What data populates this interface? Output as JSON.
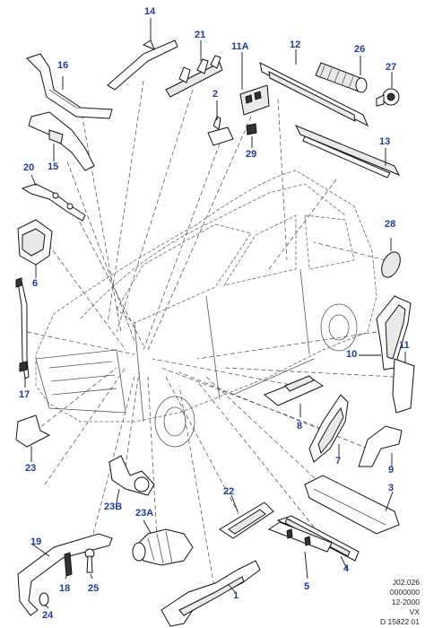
{
  "callouts": {
    "c14": "14",
    "c21": "21",
    "c11a": "11A",
    "c12": "12",
    "c26": "26",
    "c27": "27",
    "c16": "16",
    "c2": "2",
    "c15": "15",
    "c29": "29",
    "c13": "13",
    "c20": "20",
    "c28": "28",
    "c6": "6",
    "c10": "10",
    "c11": "11",
    "c17": "17",
    "c8": "8",
    "c7": "7",
    "c23": "23",
    "c9": "9",
    "c23b": "23B",
    "c22": "22",
    "c3": "3",
    "c23a": "23A",
    "c19": "19",
    "c4": "4",
    "c18": "18",
    "c25": "25",
    "c5": "5",
    "c1": "1",
    "c24": "24"
  },
  "footer": {
    "ref": "J02.026",
    "code": "0000000",
    "date": "12-2000",
    "model": "VX",
    "drawing": "D 15822 01"
  },
  "colors": {
    "callout": "#1f3aa0",
    "line": "#111111",
    "background": "#ffffff"
  }
}
